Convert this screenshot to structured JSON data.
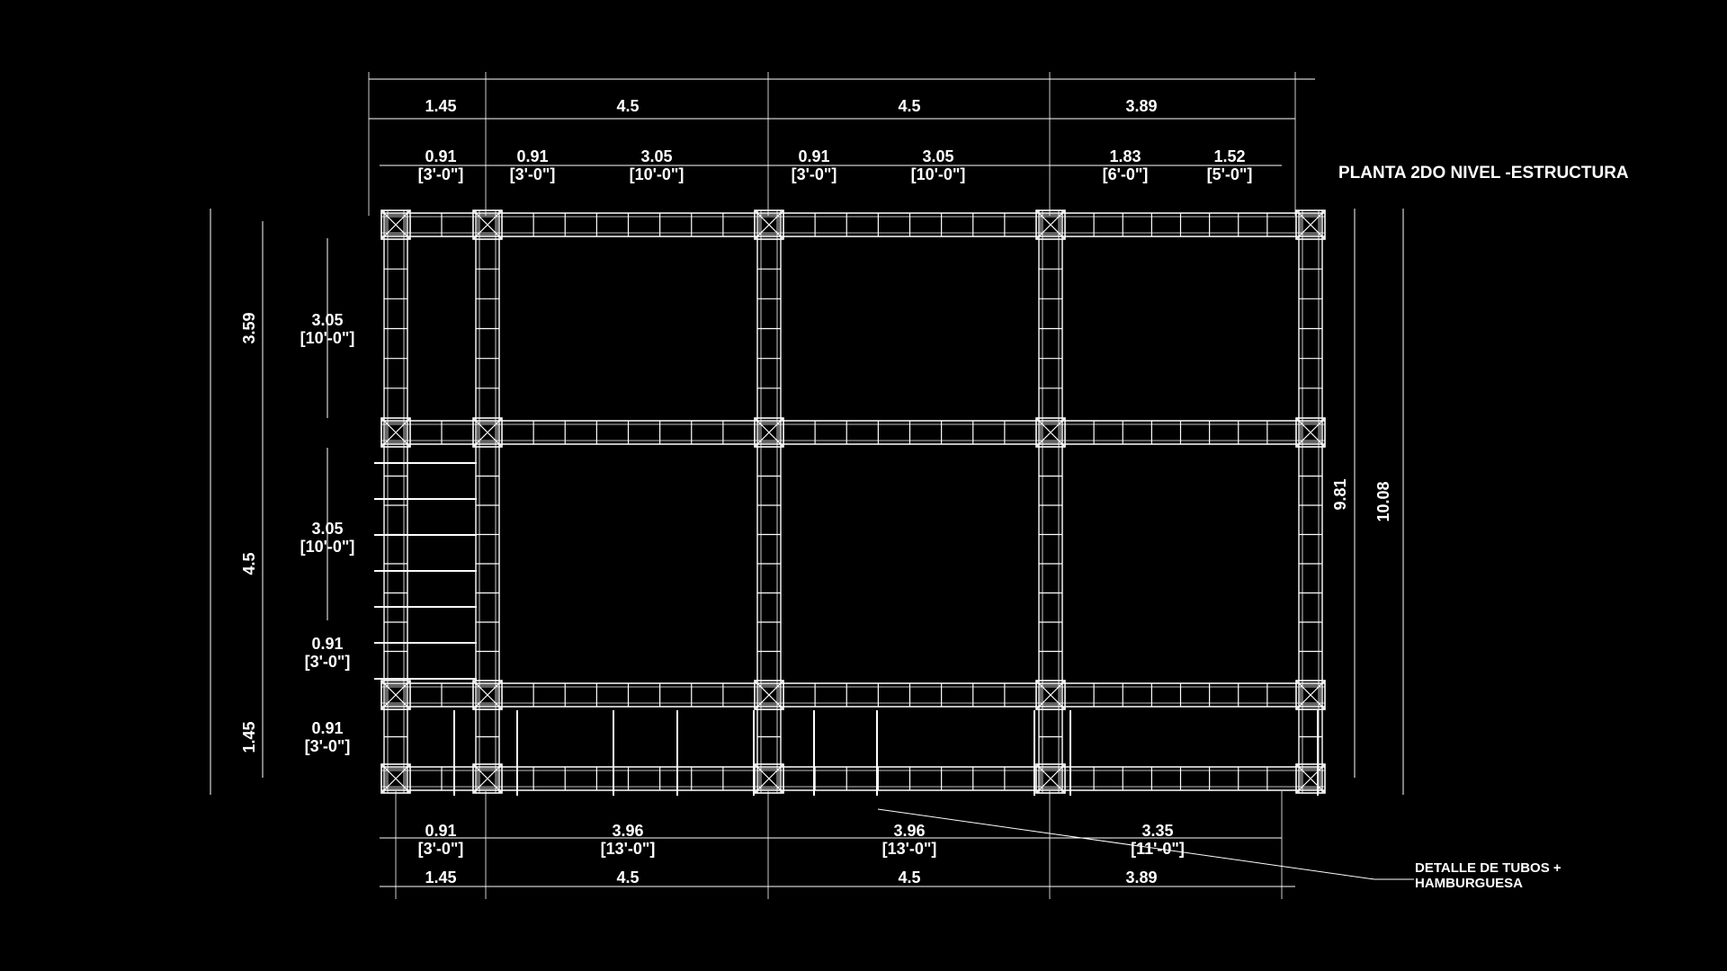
{
  "title": "PLANTA 2DO NIVEL -ESTRUCTURA",
  "note": {
    "line1": "DETALLE DE TUBOS +",
    "line2": "HAMBURGUESA"
  },
  "top_overall": [
    "1.45",
    "4.5",
    "4.5",
    "3.89"
  ],
  "top_sub": [
    {
      "m": "0.91",
      "ft": "[3'-0\"]"
    },
    {
      "m": "0.91",
      "ft": "[3'-0\"]"
    },
    {
      "m": "3.05",
      "ft": "[10'-0\"]"
    },
    {
      "m": "0.91",
      "ft": "[3'-0\"]"
    },
    {
      "m": "3.05",
      "ft": "[10'-0\"]"
    },
    {
      "m": "1.83",
      "ft": "[6'-0\"]"
    },
    {
      "m": "1.52",
      "ft": "[5'-0\"]"
    }
  ],
  "bottom_sub": [
    {
      "m": "0.91",
      "ft": "[3'-0\"]"
    },
    {
      "m": "3.96",
      "ft": "[13'-0\"]"
    },
    {
      "m": "3.96",
      "ft": "[13'-0\"]"
    },
    {
      "m": "3.35",
      "ft": "[11'-0\"]"
    }
  ],
  "bottom_overall": [
    "1.45",
    "4.5",
    "4.5",
    "3.89"
  ],
  "left_overall": [
    "3.59",
    "4.5",
    "1.45"
  ],
  "left_sub": [
    {
      "m": "3.05",
      "ft": "[10'-0\"]"
    },
    {
      "m": "3.05",
      "ft": "[10'-0\"]"
    },
    {
      "m": "0.91",
      "ft": "[3'-0\"]"
    },
    {
      "m": "0.91",
      "ft": "[3'-0\"]"
    }
  ],
  "right_dims": [
    "9.81",
    "10.08"
  ]
}
